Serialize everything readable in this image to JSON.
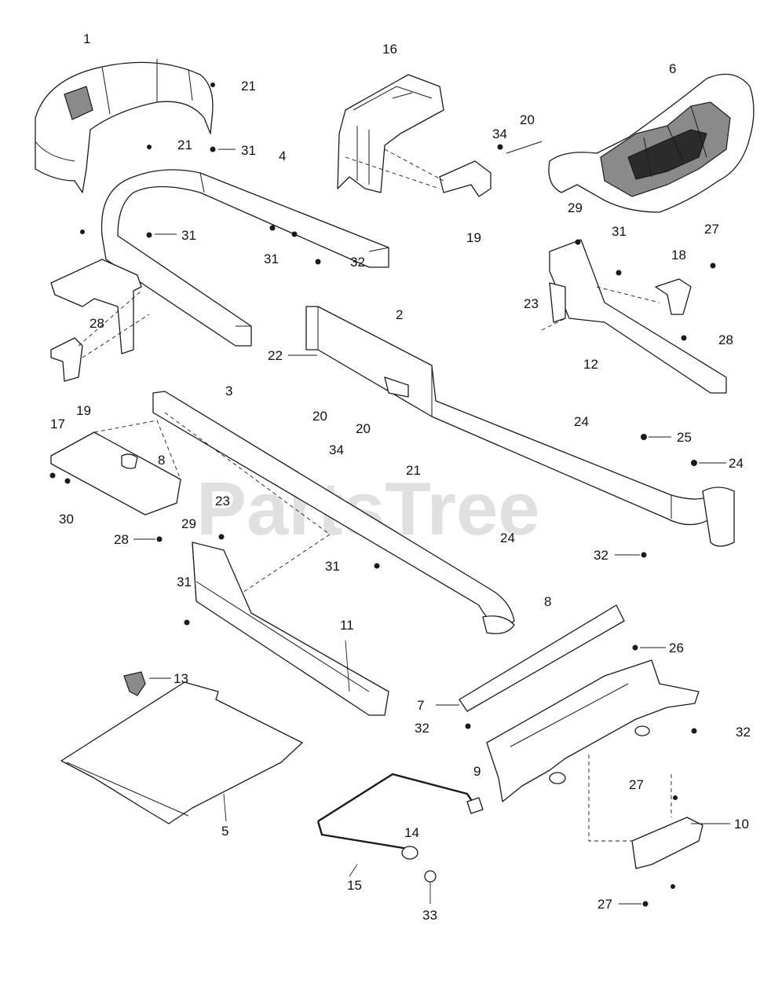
{
  "watermark": "PartsTree",
  "callouts": {
    "c1": "1",
    "c16": "16",
    "c6": "6",
    "c21a": "21",
    "c21b": "21",
    "c31a": "31",
    "c4": "4",
    "c34a": "34",
    "c20a": "20",
    "c19a": "19",
    "c31b": "31",
    "c31c": "31",
    "c32a": "32",
    "c29a": "29",
    "c31d": "31",
    "c27a": "27",
    "c18": "18",
    "c23a": "23",
    "c28a": "28",
    "c28b": "28",
    "c2": "2",
    "c22": "22",
    "c12": "12",
    "c3": "3",
    "c19b": "19",
    "c17": "17",
    "c8a": "8",
    "c30": "30",
    "c20b": "20",
    "c34b": "34",
    "c20c": "20",
    "c21c": "21",
    "c24a": "24",
    "c25": "25",
    "c24b": "24",
    "c24c": "24",
    "c23b": "23",
    "c29b": "29",
    "c28c": "28",
    "c31e": "31",
    "c31f": "31",
    "c32b": "32",
    "c8b": "8",
    "c26": "26",
    "c11": "11",
    "c13": "13",
    "c7": "7",
    "c32c": "32",
    "c32d": "32",
    "c9": "9",
    "c27b": "27",
    "c10": "10",
    "c5": "5",
    "c14": "14",
    "c15": "15",
    "c33": "33",
    "c27c": "27"
  }
}
